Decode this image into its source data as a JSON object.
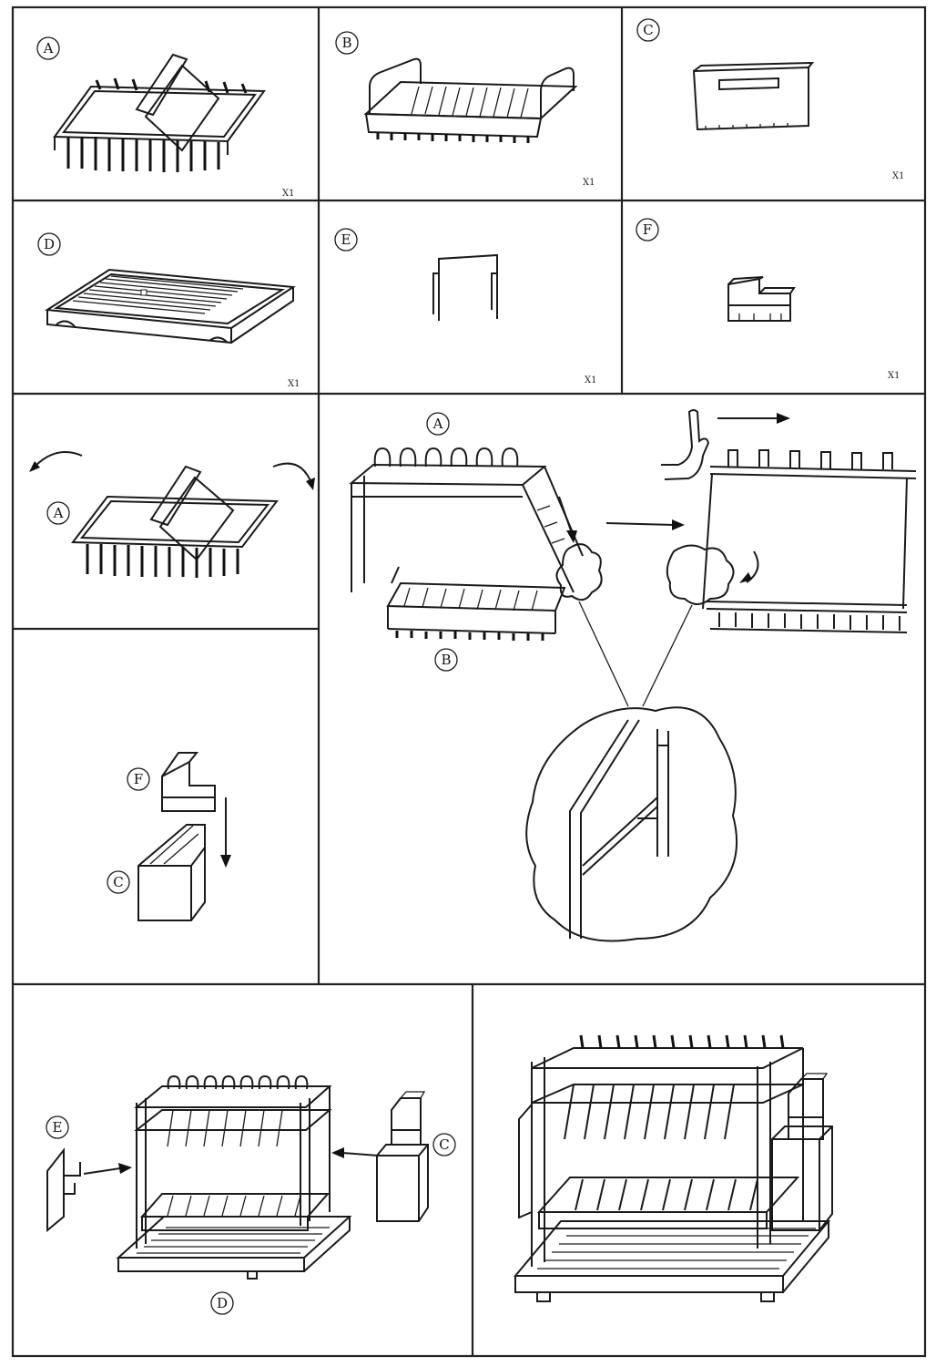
{
  "parts": {
    "a": {
      "letter": "A",
      "qty": "X1"
    },
    "b": {
      "letter": "B",
      "qty": "X1"
    },
    "c": {
      "letter": "C",
      "qty": "X1"
    },
    "d": {
      "letter": "D",
      "qty": "X1"
    },
    "e": {
      "letter": "E",
      "qty": "X1"
    },
    "f": {
      "letter": "F",
      "qty": "X1"
    }
  },
  "steps": {
    "unfold": {
      "part_label": "A"
    },
    "attach": {
      "top_label": "A",
      "bottom_label": "B"
    },
    "insert": {
      "upper_label": "F",
      "lower_label": "C"
    },
    "final": {
      "left_label": "E",
      "right_label": "C",
      "bottom_label": "D"
    }
  }
}
